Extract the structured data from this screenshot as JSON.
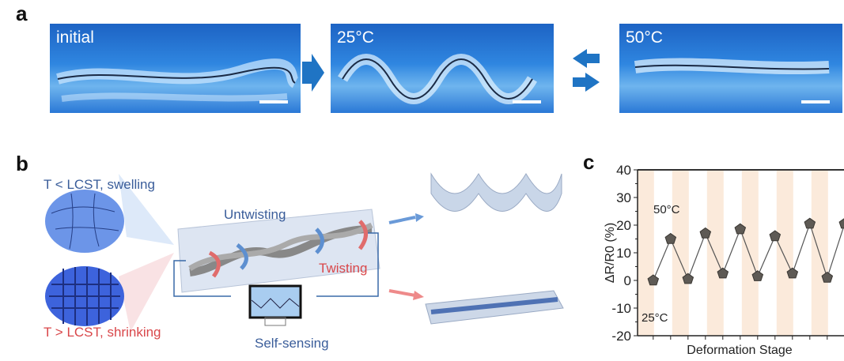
{
  "panel_a": {
    "label": "a",
    "photos": [
      {
        "label": "initial"
      },
      {
        "label": "25°C"
      },
      {
        "label": "50°C"
      }
    ],
    "arrow_color": "#1f74c4"
  },
  "panel_b": {
    "label": "b",
    "swelling": "T < LCST, swelling",
    "shrinking": "T > LCST, shrinking",
    "untwisting": "Untwisting",
    "twisting": "Twisting",
    "self_sensing": "Self-sensing",
    "blue": "#3a5d9a",
    "red": "#d9474a"
  },
  "panel_c": {
    "label": "c"
  },
  "chart_data": {
    "type": "line",
    "title": "",
    "xlabel": "Deformation Stage",
    "ylabel": "ΔR/R0 (%)",
    "ylim": [
      -20,
      40
    ],
    "yticks": [
      "40",
      "30",
      "20",
      "10",
      "0",
      "-10",
      "-20"
    ],
    "x": [
      1,
      2,
      3,
      4,
      5,
      6,
      7,
      8,
      9,
      10,
      11,
      12
    ],
    "values": [
      0,
      15,
      0.5,
      17,
      2.5,
      18.5,
      1.5,
      16,
      2.5,
      20.5,
      1,
      20.5
    ],
    "annotations": [
      "50°C",
      "25°C"
    ],
    "marker": "pentagon",
    "band_color": "#fbeadb"
  }
}
